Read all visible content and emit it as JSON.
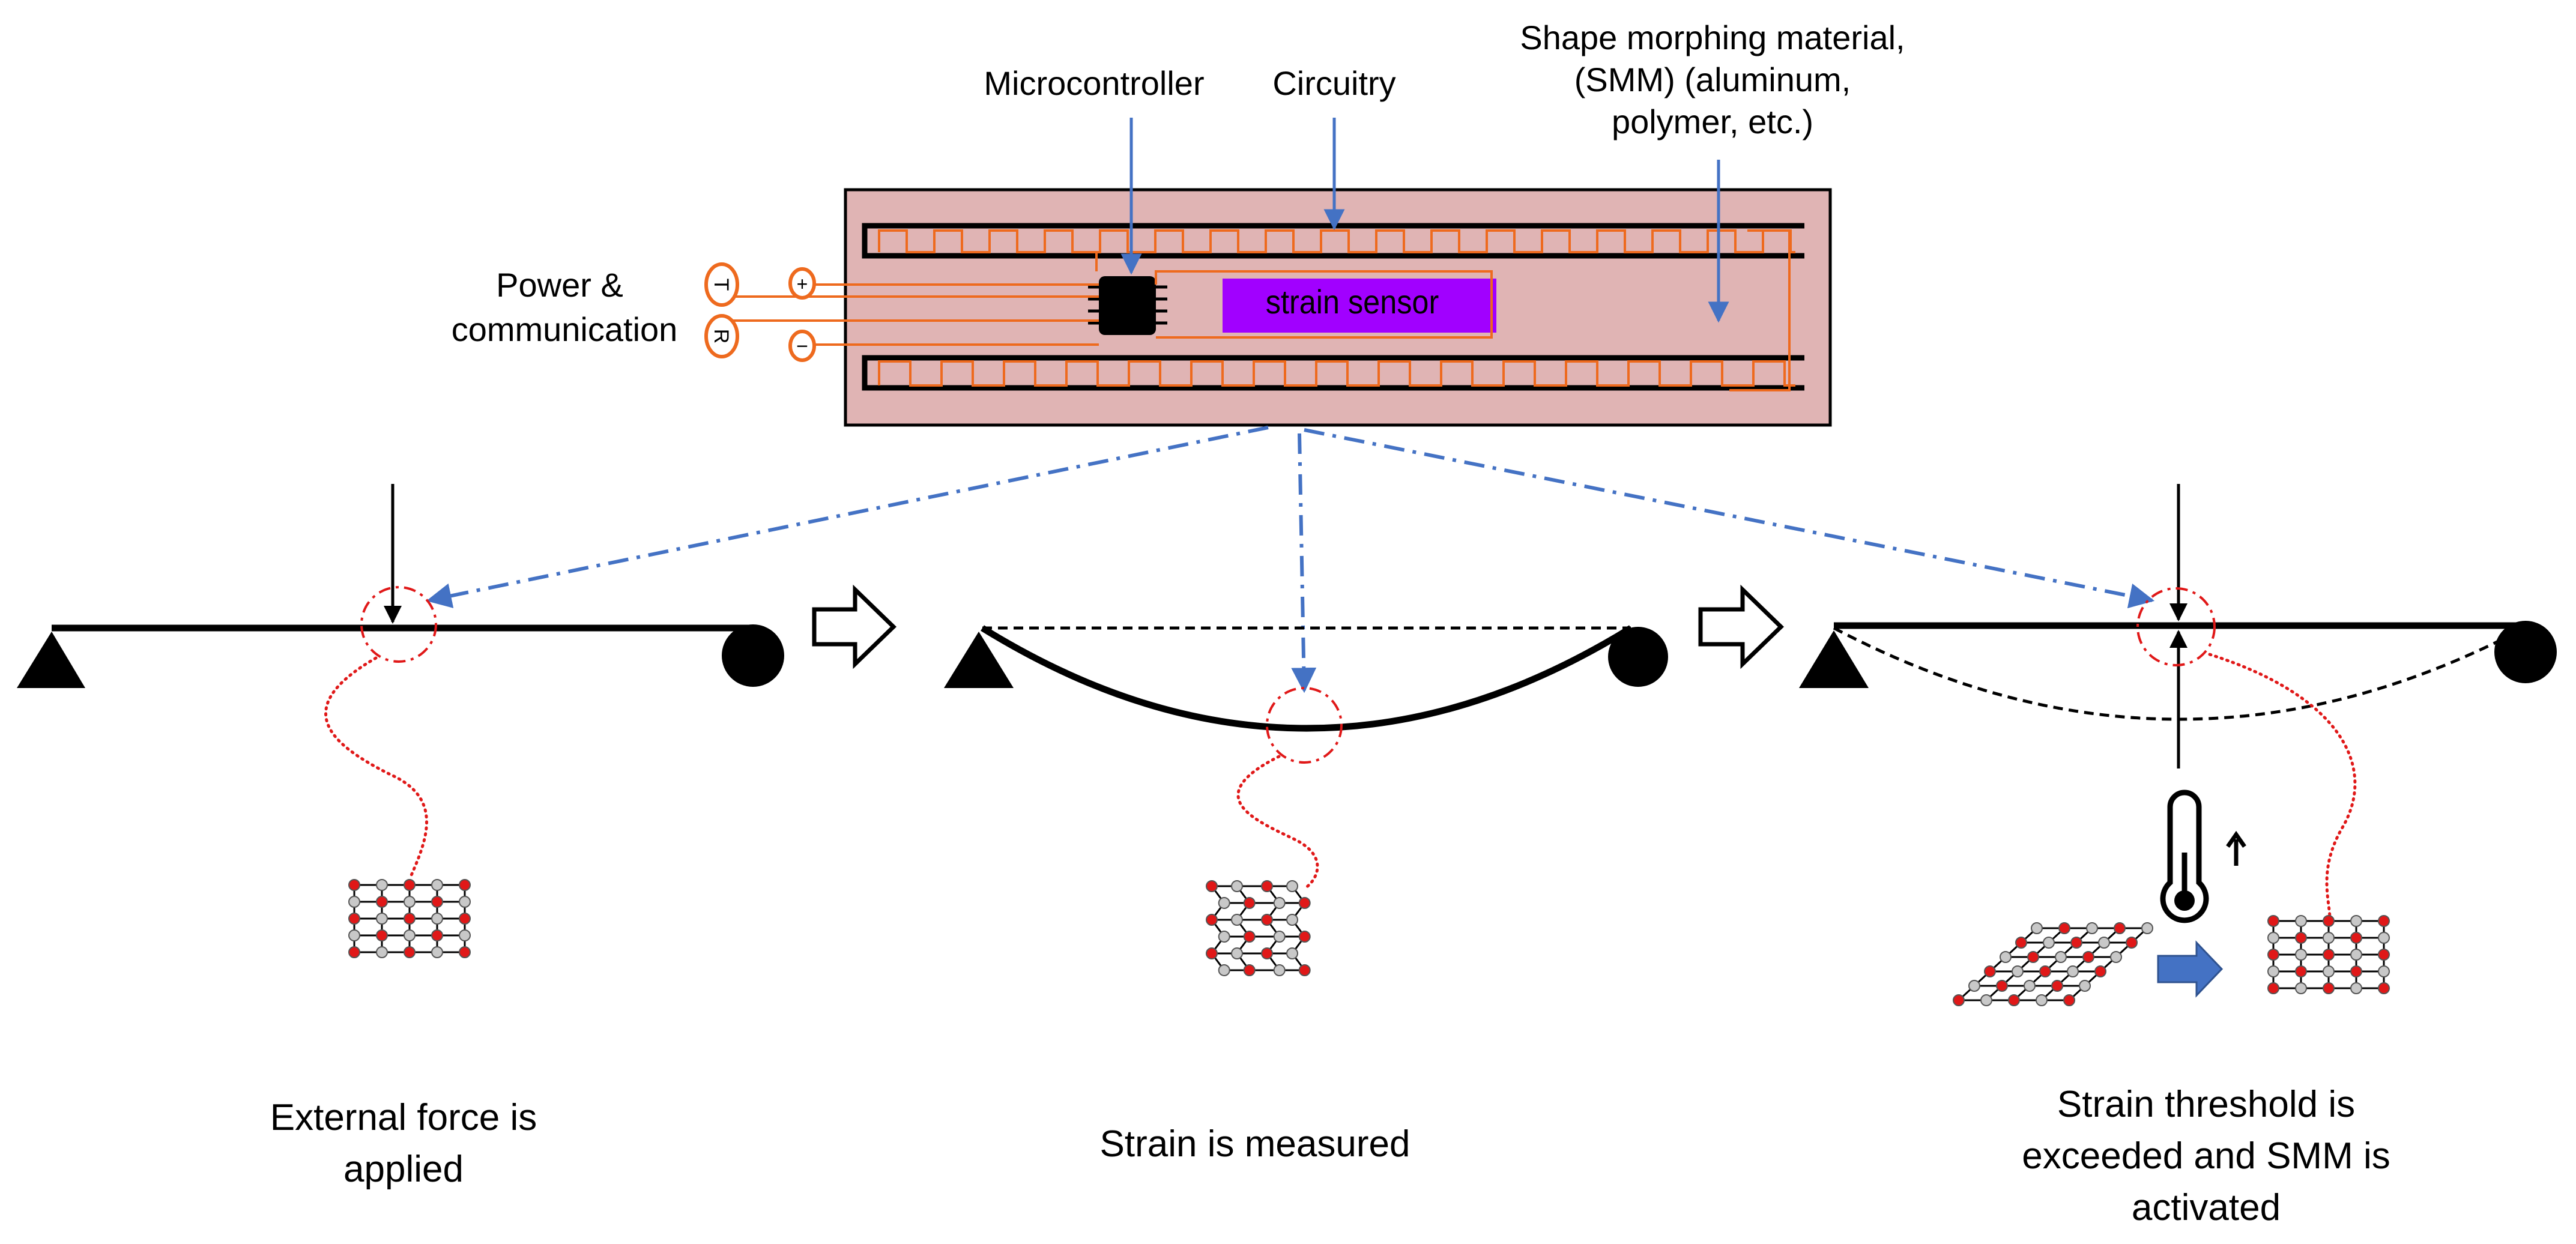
{
  "labels": {
    "microcontroller": "Microcontroller",
    "circuitry": "Circuitry",
    "smm_line1": "Shape morphing material,",
    "smm_line2": "(SMM) (aluminum,",
    "smm_line3": "polymer, etc.)",
    "power_line1": "Power &",
    "power_line2": "communication",
    "strain_sensor": "strain sensor",
    "pin_tx": "T",
    "pin_rx": "R",
    "pin_plus": "+",
    "pin_minus": "−"
  },
  "steps": [
    {
      "line1": "External force is",
      "line2": "applied",
      "line3": ""
    },
    {
      "line1": "Strain is measured",
      "line2": "",
      "line3": ""
    },
    {
      "line1": "Strain threshold is",
      "line2": "exceeded and SMM is",
      "line3": "activated"
    }
  ],
  "colors": {
    "device_fill": "#e0b4b4",
    "trace": "#ee6a1e",
    "sensor": "#a100ff",
    "leader": "#4472c4",
    "detail_circle": "#e01818",
    "atom_red": "#e01818",
    "atom_gray": "#c8c8c8",
    "heat_arrow": "#4472c4"
  },
  "icons": {
    "heating": "thermometer-icon",
    "increase": "up-arrow-icon",
    "next_step": "hollow-arrow-icon",
    "transform": "block-arrow-icon"
  }
}
